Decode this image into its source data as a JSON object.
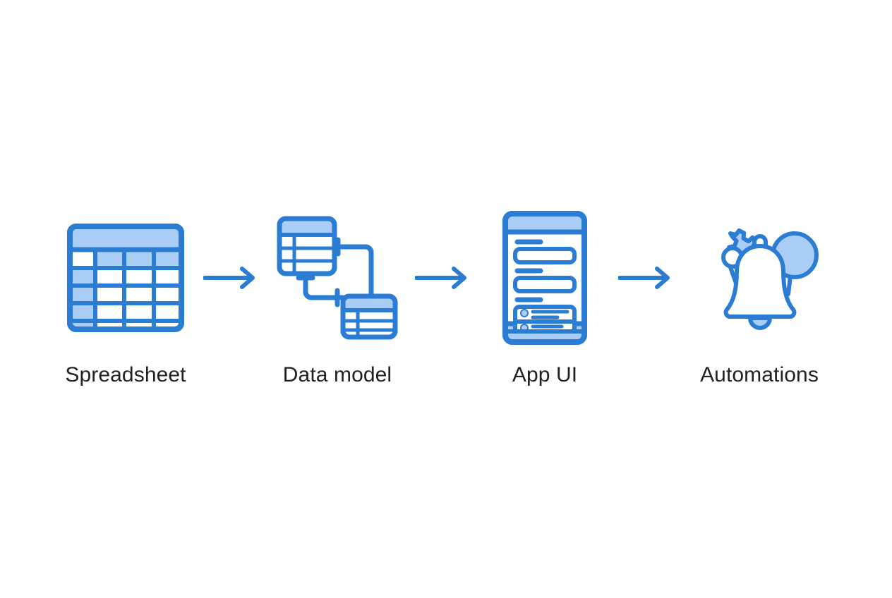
{
  "diagram": {
    "type": "horizontal-process-flow",
    "background_color": "#FFFFFF",
    "stroke_color": "#2B7CD3",
    "fill_color": "#AACDF5",
    "text_color": "#202124",
    "stages": [
      {
        "id": "spreadsheet",
        "label": "Spreadsheet",
        "icon": "spreadsheet-table-icon"
      },
      {
        "id": "data-model",
        "label": "Data model",
        "icon": "data-model-tables-icon"
      },
      {
        "id": "app-ui",
        "label": "App UI",
        "icon": "mobile-app-screen-icon"
      },
      {
        "id": "automations",
        "label": "Automations",
        "icon": "bell-gear-chat-icon"
      }
    ],
    "connectors": [
      {
        "id": "arrow-1",
        "from": "spreadsheet",
        "to": "data-model",
        "icon": "arrow-right-icon"
      },
      {
        "id": "arrow-2",
        "from": "data-model",
        "to": "app-ui",
        "icon": "arrow-right-icon"
      },
      {
        "id": "arrow-3",
        "from": "app-ui",
        "to": "automations",
        "icon": "arrow-right-icon"
      }
    ]
  }
}
